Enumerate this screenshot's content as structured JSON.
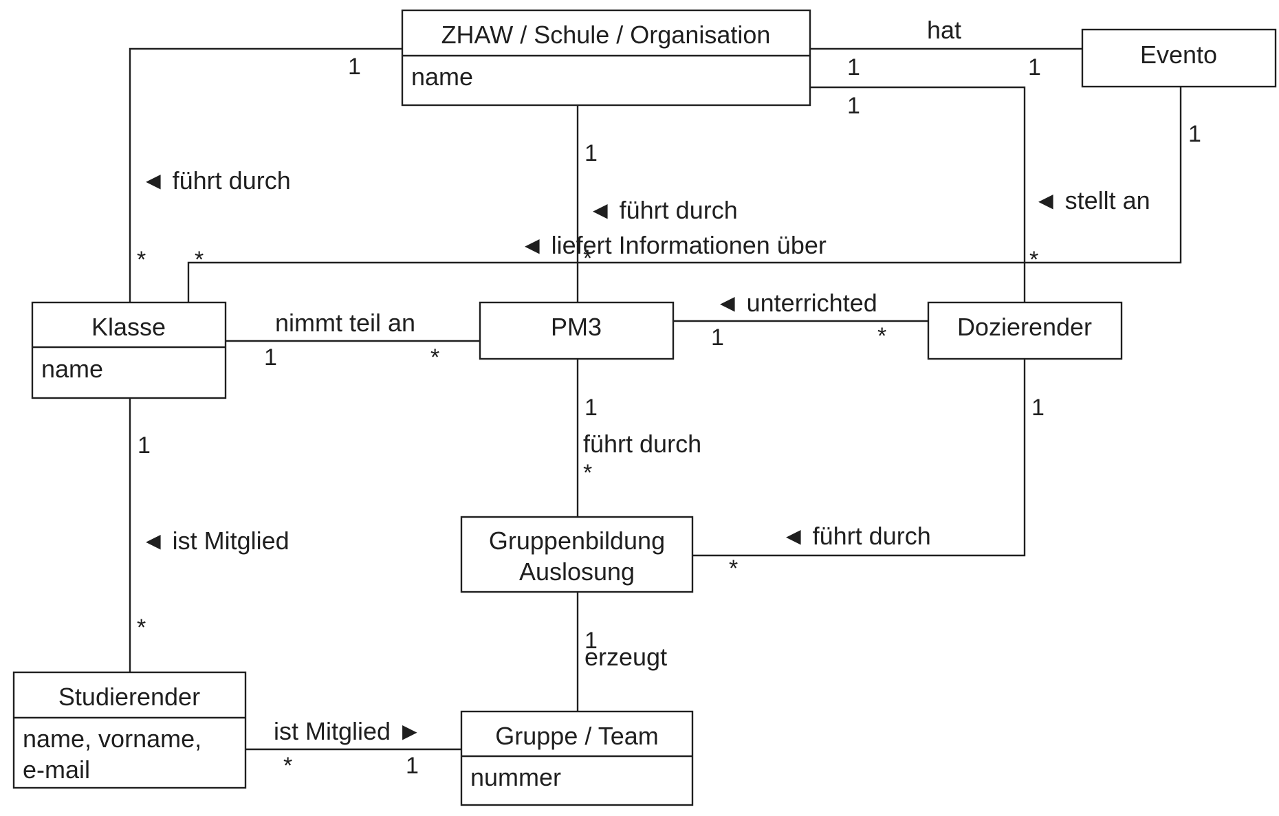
{
  "classes": {
    "org": {
      "name": "ZHAW / Schule / Organisation",
      "attributes": [
        "name"
      ]
    },
    "evento": {
      "name": "Evento",
      "attributes": []
    },
    "klasse": {
      "name": "Klasse",
      "attributes": [
        "name"
      ]
    },
    "pm3": {
      "name": "PM3",
      "attributes": []
    },
    "dozierender": {
      "name": "Dozierender",
      "attributes": []
    },
    "gruppenbildung": {
      "name_lines": [
        "Gruppenbildung",
        "Auslosung"
      ],
      "attributes": []
    },
    "studierender": {
      "name": "Studierender",
      "attributes": [
        "name, vorname,",
        "e-mail"
      ]
    },
    "gruppe": {
      "name": "Gruppe / Team",
      "attributes": [
        "nummer"
      ]
    }
  },
  "associations": {
    "org_evento": {
      "label": "hat",
      "mult_a": "1",
      "mult_b": "1"
    },
    "org_klasse": {
      "label": "◄ führt durch",
      "mult_a": "1",
      "mult_b": "*"
    },
    "org_pm3": {
      "label": "◄ führt durch",
      "mult_a": "1",
      "mult_b": "*"
    },
    "org_dozierender": {
      "label": "◄ stellt an",
      "mult_a": "1",
      "mult_b": "*"
    },
    "evento_klasse": {
      "label": "◄ liefert Informationen über",
      "mult_a": "1",
      "mult_b": "*"
    },
    "klasse_pm3": {
      "label": "nimmt teil an",
      "mult_a": "1",
      "mult_b": "*"
    },
    "pm3_dozierender": {
      "label": "◄ unterrichted",
      "mult_a": "1",
      "mult_b": "*"
    },
    "klasse_studierender": {
      "label": "◄ ist Mitglied",
      "mult_a": "1",
      "mult_b": "*"
    },
    "pm3_gruppenbildung": {
      "label": "führt durch",
      "mult_a": "1",
      "mult_b": "*"
    },
    "dozierender_gruppenbildung": {
      "label": "◄ führt durch",
      "mult_a": "1",
      "mult_b": "*"
    },
    "gruppenbildung_gruppe": {
      "label": "erzeugt",
      "mult_a": "1"
    },
    "studierender_gruppe": {
      "label": "ist Mitglied ►",
      "mult_a": "*",
      "mult_b": "1"
    }
  }
}
